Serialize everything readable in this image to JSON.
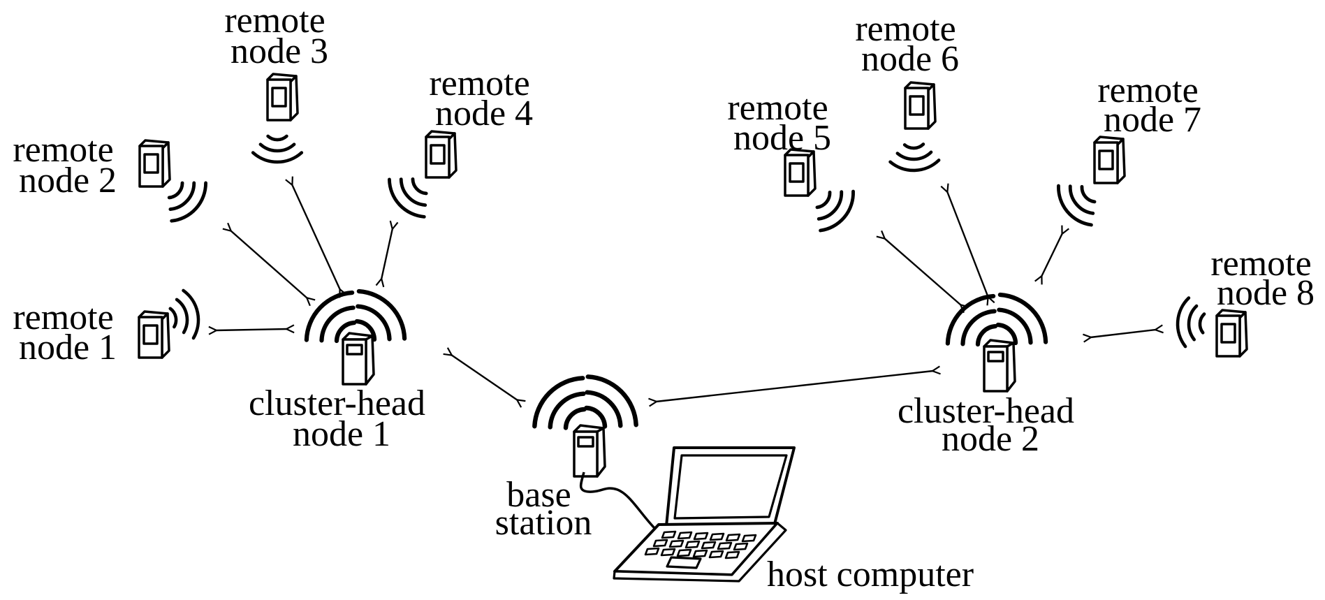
{
  "diagram": {
    "type": "wireless-sensor-network-topology",
    "colors": {
      "ink": "#000000",
      "background": "#ffffff"
    }
  },
  "nodes": {
    "remote1": {
      "line1": "remote",
      "line2": "node 1"
    },
    "remote2": {
      "line1": "remote",
      "line2": "node 2"
    },
    "remote3": {
      "line1": "remote",
      "line2": "node 3"
    },
    "remote4": {
      "line1": "remote",
      "line2": "node 4"
    },
    "remote5": {
      "line1": "remote",
      "line2": "node 5"
    },
    "remote6": {
      "line1": "remote",
      "line2": "node 6"
    },
    "remote7": {
      "line1": "remote",
      "line2": "node 7"
    },
    "remote8": {
      "line1": "remote",
      "line2": "node 8"
    },
    "cluster1": {
      "line1": "cluster-head",
      "line2": "node 1"
    },
    "cluster2": {
      "line1": "cluster-head",
      "line2": "node 2"
    },
    "base_station": {
      "line1": "base",
      "line2": "station"
    },
    "host_computer": {
      "label": "host computer"
    }
  },
  "connections": [
    {
      "from": "remote node 1",
      "to": "cluster-head node 1",
      "type": "wireless-bidirectional"
    },
    {
      "from": "remote node 2",
      "to": "cluster-head node 1",
      "type": "wireless-bidirectional"
    },
    {
      "from": "remote node 3",
      "to": "cluster-head node 1",
      "type": "wireless-bidirectional"
    },
    {
      "from": "remote node 4",
      "to": "cluster-head node 1",
      "type": "wireless-bidirectional"
    },
    {
      "from": "remote node 5",
      "to": "cluster-head node 2",
      "type": "wireless-bidirectional"
    },
    {
      "from": "remote node 6",
      "to": "cluster-head node 2",
      "type": "wireless-bidirectional"
    },
    {
      "from": "remote node 7",
      "to": "cluster-head node 2",
      "type": "wireless-bidirectional"
    },
    {
      "from": "remote node 8",
      "to": "cluster-head node 2",
      "type": "wireless-bidirectional"
    },
    {
      "from": "cluster-head node 1",
      "to": "base station",
      "type": "wireless-bidirectional"
    },
    {
      "from": "cluster-head node 2",
      "to": "base station",
      "type": "wireless-bidirectional"
    },
    {
      "from": "base station",
      "to": "host computer",
      "type": "wired-cable"
    }
  ]
}
